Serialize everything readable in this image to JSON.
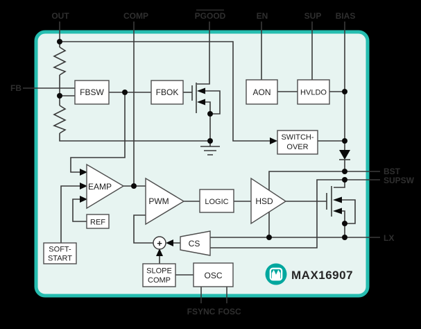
{
  "diagram_title": "MAX16907 functional block diagram",
  "part_number": "MAX16907",
  "colors": {
    "page_background": "#000000",
    "box_border_teal": "#26bdb0",
    "box_interior": "#e7f4f1",
    "wire": "#3a3a3a",
    "block_fill": "#ffffff",
    "block_border": "#4d4d4d",
    "pin_text": "#2f2f2f",
    "logo_teal": "#00a79e"
  },
  "pins": {
    "out": "OUT",
    "comp": "COMP",
    "pgood": "PGOOD",
    "pgood_active_low": true,
    "en": "EN",
    "sup": "SUP",
    "bias": "BIAS",
    "fb": "FB",
    "bst": "BST",
    "supsw": "SUPSW",
    "lx": "LX",
    "fsync": "FSYNC",
    "fosc": "FOSC"
  },
  "blocks": {
    "fbsw": "FBSW",
    "fbok": "FBOK",
    "aon": "AON",
    "hvldo": "HVLDO",
    "switchover_line1": "SWITCH-",
    "switchover_line2": "OVER",
    "eamp": "EAMP",
    "ref": "REF",
    "pwm": "PWM",
    "logic": "LOGIC",
    "hsd": "HSD",
    "cs": "CS",
    "softstart_line1": "SOFT-",
    "softstart_line2": "START",
    "slopecomp_line1": "SLOPE",
    "slopecomp_line2": "COMP",
    "osc": "OSC",
    "summer": "+"
  },
  "logo": {
    "part_label": "MAX16907"
  }
}
